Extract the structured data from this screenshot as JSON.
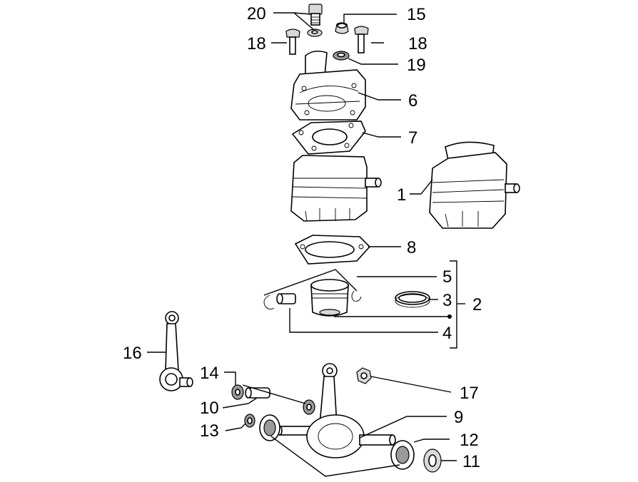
{
  "diagram": {
    "callouts": {
      "c1": "1",
      "c2": "2",
      "c3": "3",
      "c4": "4",
      "c5": "5",
      "c6": "6",
      "c7": "7",
      "c8": "8",
      "c9": "9",
      "c10": "10",
      "c11": "11",
      "c12": "12",
      "c13": "13",
      "c14": "14",
      "c15": "15",
      "c16": "16",
      "c17": "17",
      "c18a": "18",
      "c18b": "18",
      "c19": "19",
      "c20": "20"
    }
  }
}
